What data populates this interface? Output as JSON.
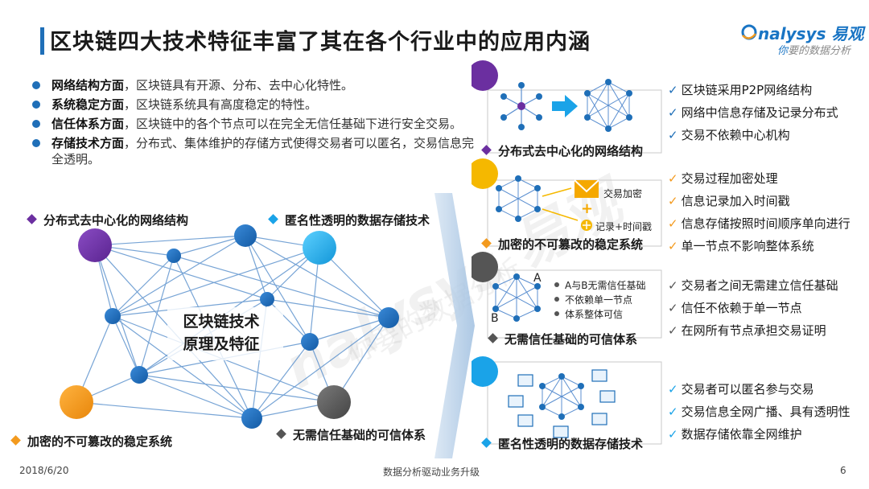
{
  "header": {
    "title": "区块链四大技术特征丰富了其在各个行业中的应用内涵",
    "logo_brand": "nalysys 易观",
    "logo_tagline_a": "你",
    "logo_tagline_b": "要的数据分析"
  },
  "bullets": [
    {
      "bold": "网络结构方面",
      "text": "，区块链具有开源、分布、去中心化特性。"
    },
    {
      "bold": "系统稳定方面",
      "text": "，区块链系统具有高度稳定的特性。"
    },
    {
      "bold": "信任体系方面",
      "text": "，区块链中的各个节点可以在完全无信任基础下进行安全交易。"
    },
    {
      "bold": "存储技术方面",
      "text": "，分布式、集体维护的存储方式使得交易者可以匿名，交易信息完全透明。"
    }
  ],
  "network": {
    "center_line1": "区块链技术",
    "center_line2": "原理及特征",
    "label_top_left": "分布式去中心化的网络结构",
    "label_top_right": "匿名性透明的数据存储技术",
    "label_bottom_left": "加密的不可篡改的稳定系统",
    "label_bottom_right": "无需信任基础的可信体系"
  },
  "watermark": {
    "brand": "nalysys 易观",
    "tagline": "你要的数据分析"
  },
  "sections": [
    {
      "title": "分布式去中心化的网络结构",
      "color": "#6b2fa0",
      "checks": [
        "区块链采用P2P网络结构",
        "网络中信息存储及记录分布式",
        "交易不依赖中心机构"
      ]
    },
    {
      "title": "加密的不可篡改的稳定系统",
      "color": "#f5b800",
      "annotations": {
        "encrypt": "交易加密",
        "record": "记录+时间戳"
      },
      "checks": [
        "交易过程加密处理",
        "信息记录加入时间戳",
        "信息存储按照时间顺序单向进行",
        "单一节点不影响整体系统"
      ]
    },
    {
      "title": "无需信任基础的可信体系",
      "color": "#555555",
      "annotations": {
        "node_a": "A",
        "node_b": "B",
        "b1": "A与B无需信任基础",
        "b2": "不依赖单一节点",
        "b3": "体系整体可信"
      },
      "checks": [
        "交易者之间无需建立信任基础",
        "信任不依赖于单一节点",
        "在网所有节点承担交易证明"
      ]
    },
    {
      "title": "匿名性透明的数据存储技术",
      "color": "#1aa3e8",
      "checks": [
        "交易者可以匿名参与交易",
        "交易信息全网广播、具有透明性",
        "数据存储依靠全网维护"
      ]
    }
  ],
  "footer": {
    "date": "2018/6/20",
    "center": "数据分析驱动业务升级",
    "page": "6"
  },
  "colors": {
    "accent_blue": "#1f6fb8",
    "purple": "#6b2fa0",
    "orange": "#f39a1e",
    "gray": "#555555",
    "cyan": "#1aa3e8",
    "check_blue": "#1f6fb8",
    "check_orange": "#f39a1e"
  }
}
